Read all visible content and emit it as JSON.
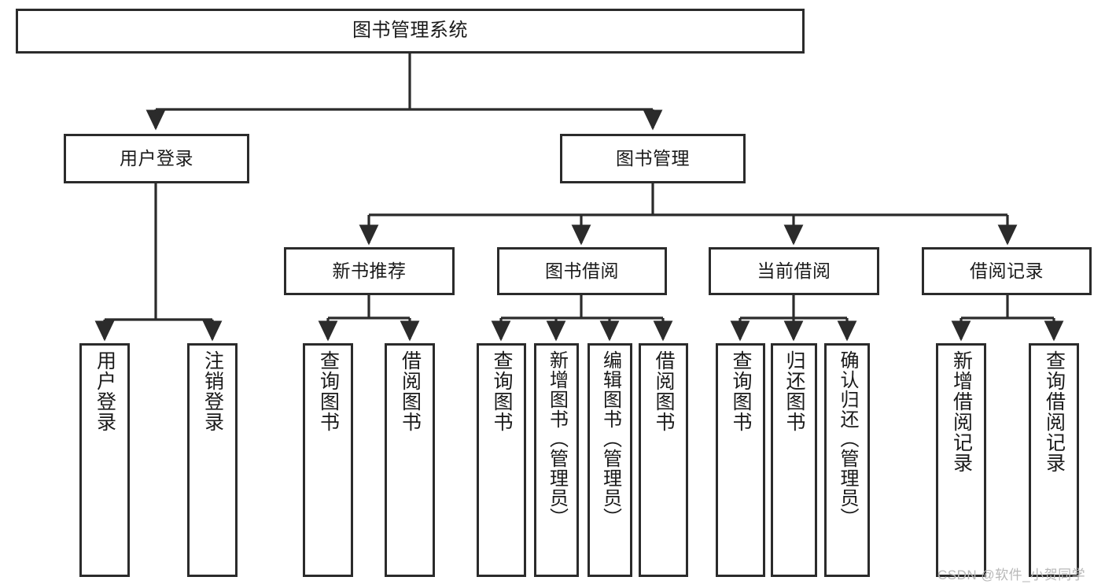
{
  "diagram": {
    "title": "图书管理系统",
    "type": "tree-hierarchy",
    "watermark": "CSDN @软件_小贺同学",
    "colors": {
      "border": "#2b2b2b",
      "background": "#ffffff",
      "text": "#1a1a1a",
      "edge": "#2b2b2b",
      "watermark": "#b8b8b8"
    },
    "nodes": {
      "root": {
        "label": "图书管理系统",
        "orientation": "horizontal"
      },
      "level2": [
        {
          "label": "用户登录",
          "orientation": "horizontal"
        },
        {
          "label": "图书管理",
          "orientation": "horizontal"
        }
      ],
      "level3": [
        {
          "label": "新书推荐",
          "orientation": "horizontal"
        },
        {
          "label": "图书借阅",
          "orientation": "horizontal"
        },
        {
          "label": "当前借阅",
          "orientation": "horizontal"
        },
        {
          "label": "借阅记录",
          "orientation": "horizontal"
        }
      ],
      "leaves": {
        "user_login": [
          {
            "label": "用户登录",
            "orientation": "vertical"
          },
          {
            "label": "注销登录",
            "orientation": "vertical"
          }
        ],
        "new_book_recommend": [
          {
            "label": "查询图书",
            "orientation": "vertical"
          },
          {
            "label": "借阅图书",
            "orientation": "vertical"
          }
        ],
        "book_borrow": [
          {
            "label": "查询图书",
            "orientation": "vertical"
          },
          {
            "label": "新增图书（管理员）",
            "orientation": "vertical"
          },
          {
            "label": "编辑图书（管理员）",
            "orientation": "vertical"
          },
          {
            "label": "借阅图书",
            "orientation": "vertical"
          }
        ],
        "current_borrow": [
          {
            "label": "查询图书",
            "orientation": "vertical"
          },
          {
            "label": "归还图书",
            "orientation": "vertical"
          },
          {
            "label": "确认归还（管理员）",
            "orientation": "vertical"
          }
        ],
        "borrow_record": [
          {
            "label": "新增借阅记录",
            "orientation": "vertical"
          },
          {
            "label": "查询借阅记录",
            "orientation": "vertical"
          }
        ]
      }
    }
  }
}
